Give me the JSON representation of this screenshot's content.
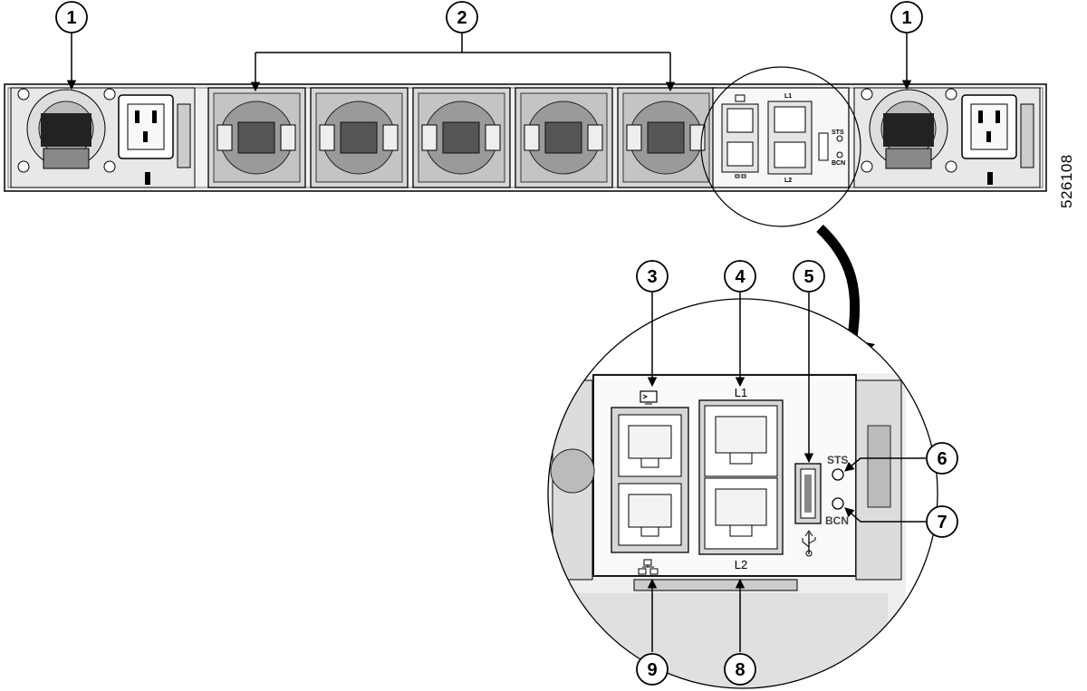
{
  "figure_id": "526108",
  "callouts": {
    "c1_left": "1",
    "c2": "2",
    "c1_right": "1",
    "c3": "3",
    "c4": "4",
    "c5": "5",
    "c6": "6",
    "c7": "7",
    "c8": "8",
    "c9": "9"
  },
  "chassis_labels": {
    "l1": "L1",
    "l2": "L2",
    "sts": "STS",
    "bcn": "BCN"
  },
  "zoom_labels": {
    "l1": "L1",
    "l2": "L2",
    "sts": "STS",
    "bcn": "BCN"
  }
}
